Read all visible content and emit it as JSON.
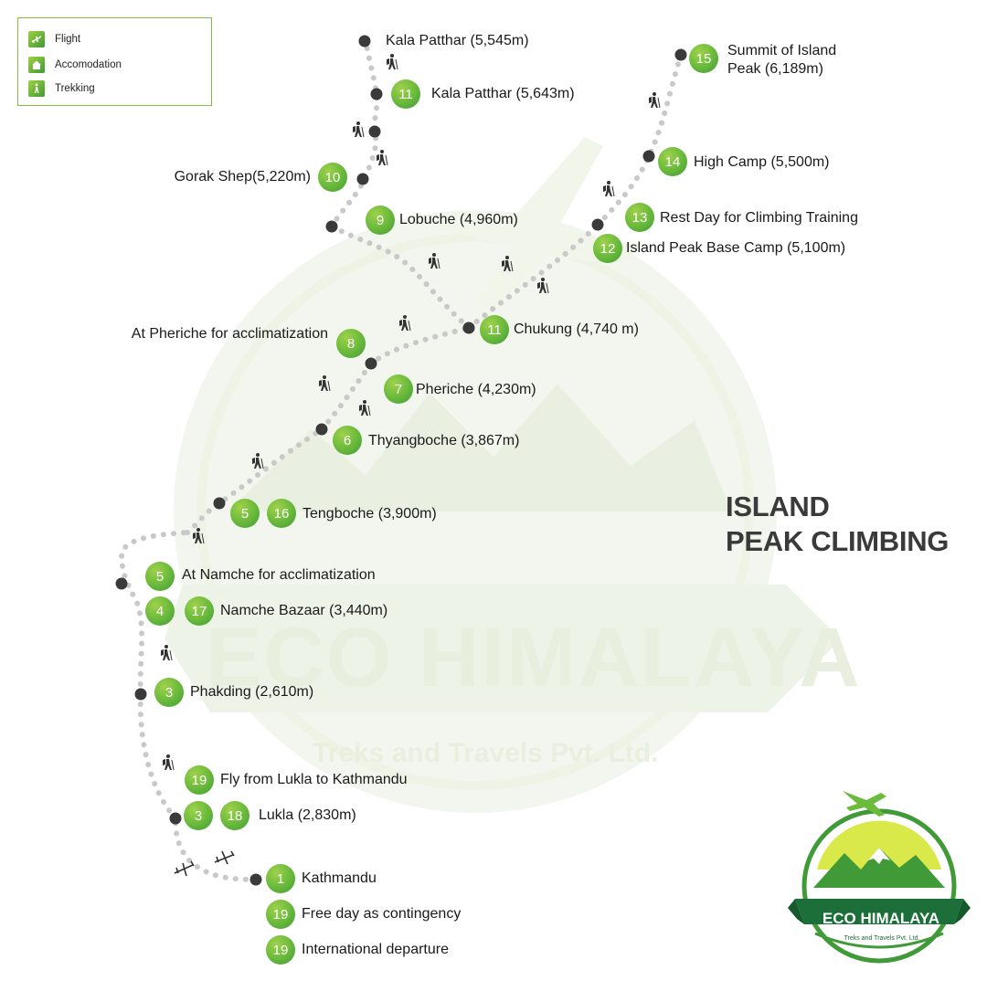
{
  "title": {
    "line1": "ISLAND",
    "line2": "PEAK CLIMBING"
  },
  "legend": {
    "flight": {
      "label": "Flight",
      "icon": "plane-icon"
    },
    "accommodation": {
      "label": "Accomodation",
      "icon": "house-icon"
    },
    "trekking": {
      "label": "Trekking",
      "icon": "hiker-icon"
    }
  },
  "stops": {
    "kala_patthar_top": {
      "label": "Kala Patthar (5,545m)"
    },
    "kala_patthar": {
      "days": "11",
      "label": "Kala Patthar (5,643m)"
    },
    "gorak_shep": {
      "days": "10",
      "label": "Gorak Shep(5,220m)"
    },
    "lobuche": {
      "days": "9",
      "label": "Lobuche (4,960m)"
    },
    "summit": {
      "days": "15",
      "label_line1": "Summit of Island",
      "label_line2": "Peak (6,189m)"
    },
    "high_camp": {
      "days": "14",
      "label": "High Camp (5,500m)"
    },
    "rest_day": {
      "days": "13",
      "label": "Rest Day for Climbing Training"
    },
    "base_camp": {
      "days": "12",
      "label": "Island Peak Base Camp (5,100m)"
    },
    "chukung": {
      "days": "11",
      "label": "Chukung (4,740 m)"
    },
    "pheriche_accl": {
      "days": "8",
      "label": "At Pheriche for acclimatization"
    },
    "pheriche": {
      "days": "7",
      "label": "Pheriche (4,230m)"
    },
    "thyangboche": {
      "days": "6",
      "label": "Thyangboche (3,867m)"
    },
    "tengboche": {
      "days_a": "5",
      "days_b": "16",
      "label": "Tengboche (3,900m)"
    },
    "namche_accl": {
      "days": "5",
      "label": "At Namche for acclimatization"
    },
    "namche": {
      "days_a": "4",
      "days_b": "17",
      "label": "Namche Bazaar (3,440m)"
    },
    "phakding": {
      "days": "3",
      "label": "Phakding (2,610m)"
    },
    "fly_lukla": {
      "days": "19",
      "label": "Fly from Lukla to Kathmandu"
    },
    "lukla": {
      "days_a": "3",
      "days_b": "18",
      "label": "Lukla (2,830m)"
    },
    "kathmandu": {
      "days": "1",
      "label": "Kathmandu"
    },
    "contingency": {
      "days": "19",
      "label": "Free day as contingency"
    },
    "departure": {
      "days": "19",
      "label": "International departure"
    }
  },
  "watermark": {
    "name": "ECO HIMALAYA",
    "sub": "Treks and Travels Pvt. Ltd."
  },
  "logo": {
    "name": "ECO HIMALAYA",
    "sub": "Treks and Travels Pvt. Ltd."
  },
  "colors": {
    "accent": "#6cbb3c",
    "accent_dark": "#3f9a37",
    "route": "#c8c8c8",
    "node": "#3a3a3a",
    "title": "#3a3a3a"
  }
}
